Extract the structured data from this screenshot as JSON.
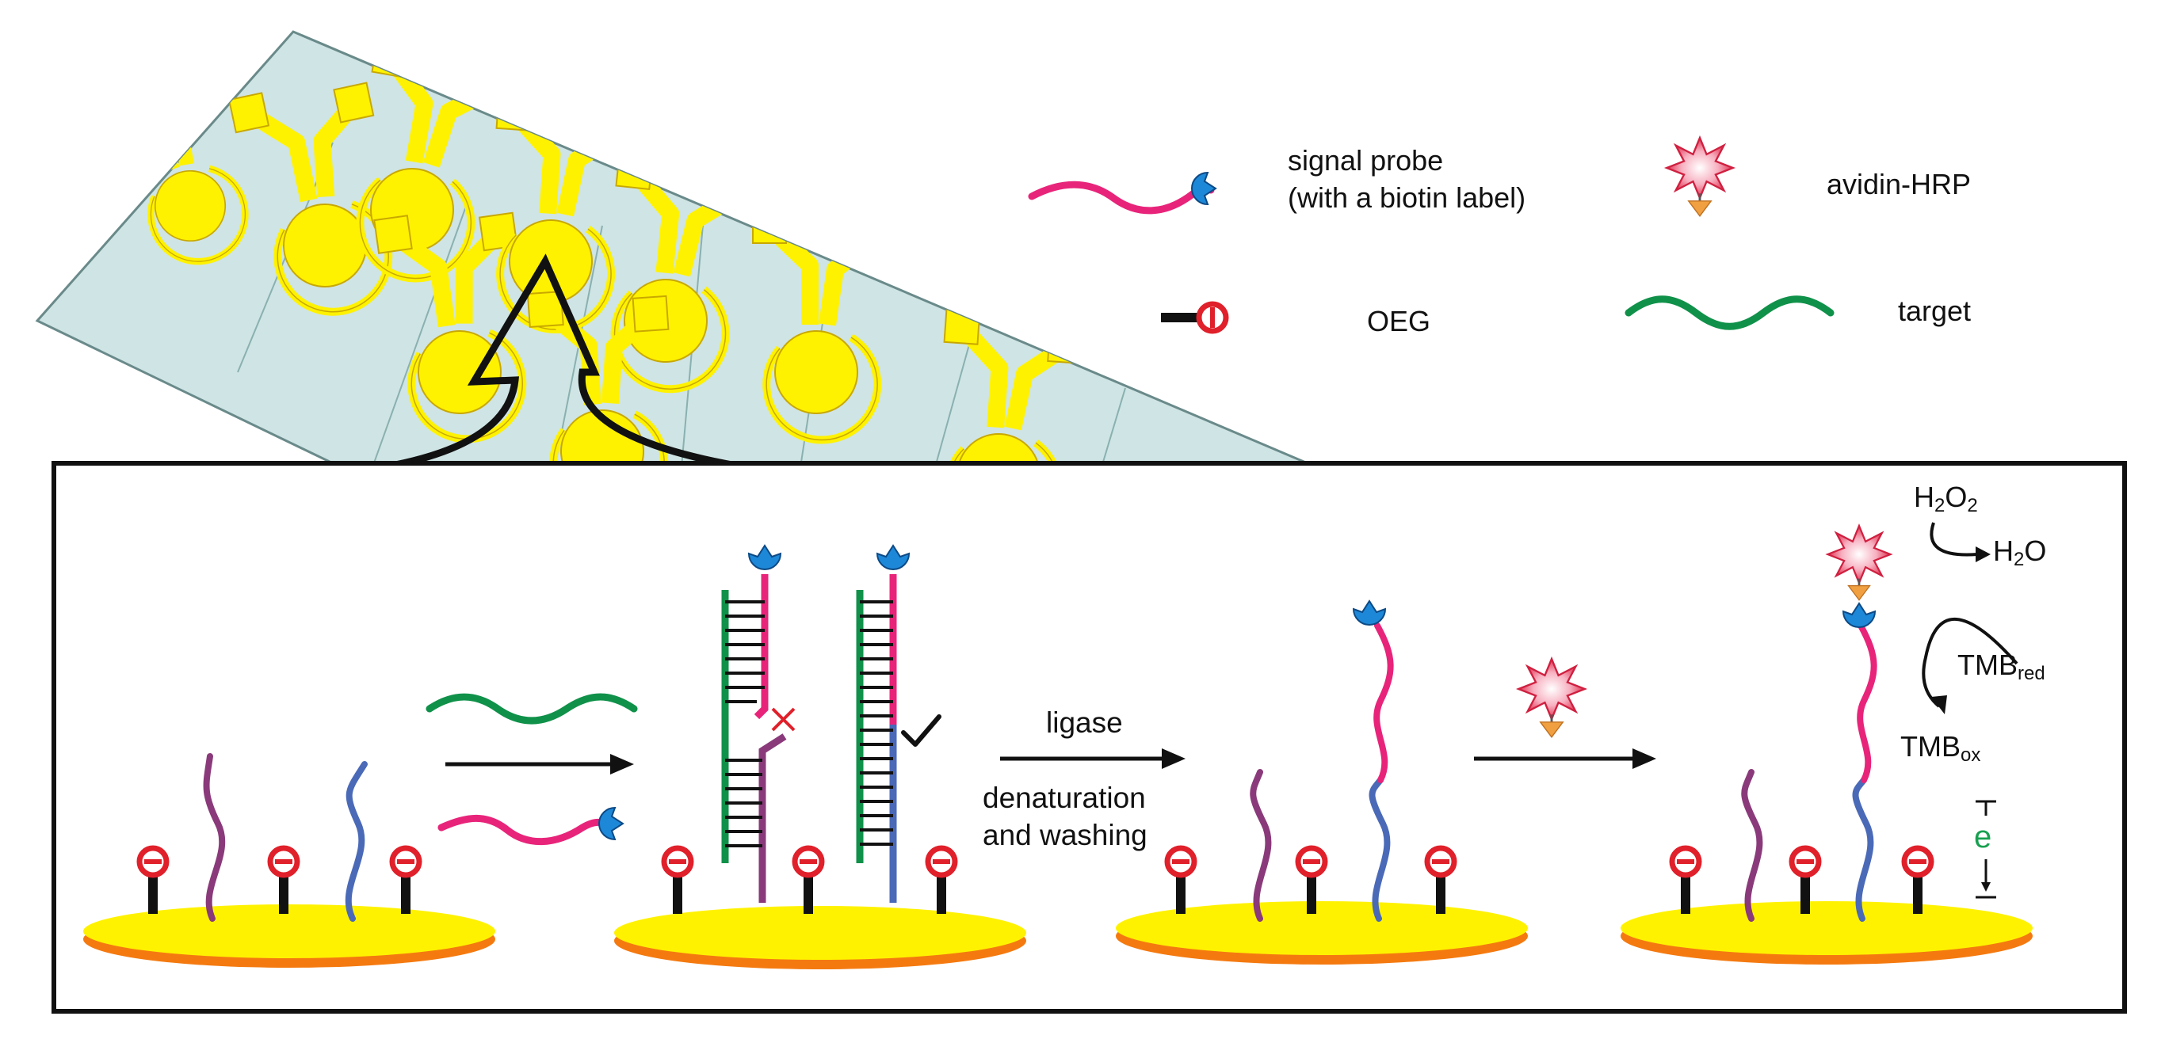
{
  "legend": {
    "signal_probe_line1": "signal probe",
    "signal_probe_line2": "(with a  biotin label)",
    "avidin_hrp": "avidin-HRP",
    "oeg": "OEG",
    "target": "target"
  },
  "labels": {
    "ligase": "ligase",
    "denaturation": "denaturation",
    "and_washing": "and washing",
    "h2o2": "H2O2",
    "h2o": "H2O",
    "tmb_red_base": "TMB",
    "tmb_red_sub": "red",
    "tmb_ox_base": "TMB",
    "tmb_ox_sub": "ox",
    "electron": "e"
  },
  "colors": {
    "gold": "#fff200",
    "gold_edge": "#f47a10",
    "chip_bg": "#cfe4e4",
    "probe_pink": "#e8247a",
    "target_green": "#10914a",
    "capture_purple": "#8a3a7a",
    "capture_blue": "#4a6ab8",
    "biotin_blue": "#1e88d8",
    "oeg_red": "#e0202a",
    "hrp_red": "#f0506a",
    "hrp_tri": "#f0a040",
    "electron_green": "#18a050"
  }
}
